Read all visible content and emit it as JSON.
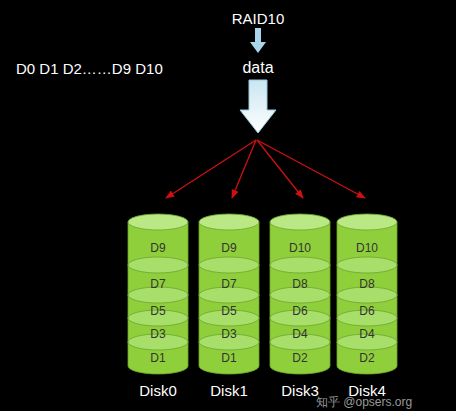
{
  "diagram": {
    "nodes": [
      {
        "text": [
          "D9",
          "D7",
          "D5",
          "D3",
          "D1",
          "Disk0"
        ]
      },
      {
        "text": [
          "D9",
          "D7",
          "D5",
          "D3",
          "D1",
          "Disk1"
        ]
      },
      {
        "text": [
          "D10",
          "D8",
          "D6",
          "D4",
          "D2",
          "Disk3"
        ]
      },
      {
        "text": [
          "D10",
          "D8",
          "D6",
          "D4",
          "D2",
          "Disk4"
        ]
      }
    ],
    "labels": [
      "RAID10",
      "data",
      "D0 D1 D2……D9 D10",
      "知乎 @opsers.org"
    ]
  }
}
